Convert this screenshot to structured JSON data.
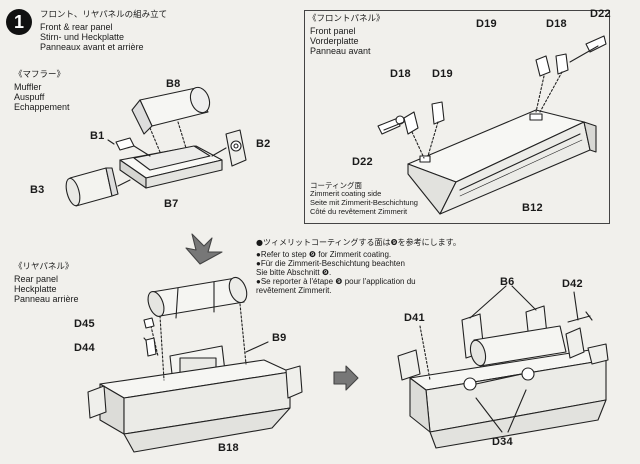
{
  "step": {
    "number": "1",
    "title_jp": "フロント、リヤパネルの組み立て",
    "title_en": "Front & rear panel",
    "title_de": "Stirn- und Heckplatte",
    "title_fr": "Panneaux avant et arrière"
  },
  "muffler": {
    "label_jp": "《マフラー》",
    "label_en": "Muffler",
    "label_de": "Auspuff",
    "label_fr": "Echappement",
    "parts": {
      "b8": "B8",
      "b1": "B1",
      "b2": "B2",
      "b3": "B3",
      "b7": "B7"
    }
  },
  "front_panel": {
    "label_jp": "《フロントパネル》",
    "label_en": "Front panel",
    "label_de": "Vorderplatte",
    "label_fr": "Panneau avant",
    "parts": {
      "d19a": "D19",
      "d18a": "D18",
      "d22a": "D22",
      "d18b": "D18",
      "d19b": "D19",
      "d22b": "D22",
      "b12": "B12"
    },
    "coating_jp": "コーティング面",
    "coating_en": "Zimmerit coating side",
    "coating_de": "Seite mit Zimmerit-Beschichtung",
    "coating_fr": "Côté du revêtement Zimmerit"
  },
  "rear_panel": {
    "label_jp": "《リヤパネル》",
    "label_en": "Rear panel",
    "label_de": "Heckplatte",
    "label_fr": "Panneau arrière",
    "parts": {
      "d45": "D45",
      "d44": "D44",
      "b9": "B9",
      "b18": "B18"
    }
  },
  "note": {
    "jp": "●ツィメリットコーティングする面は❾を参考にします。",
    "en": "●Refer to step ❾ for Zimmerit coating.",
    "de1": "●Für die Zimmerit-Beschichtung beachten",
    "de2": "Sie bitte Abschnitt ❾.",
    "fr1": "●Se reporter à l'étape ❾ pour l'application du",
    "fr2": "revêtement Zimmerit."
  },
  "assembly": {
    "parts": {
      "b6": "B6",
      "d42": "D42",
      "d41": "D41",
      "d34": "D34"
    }
  }
}
